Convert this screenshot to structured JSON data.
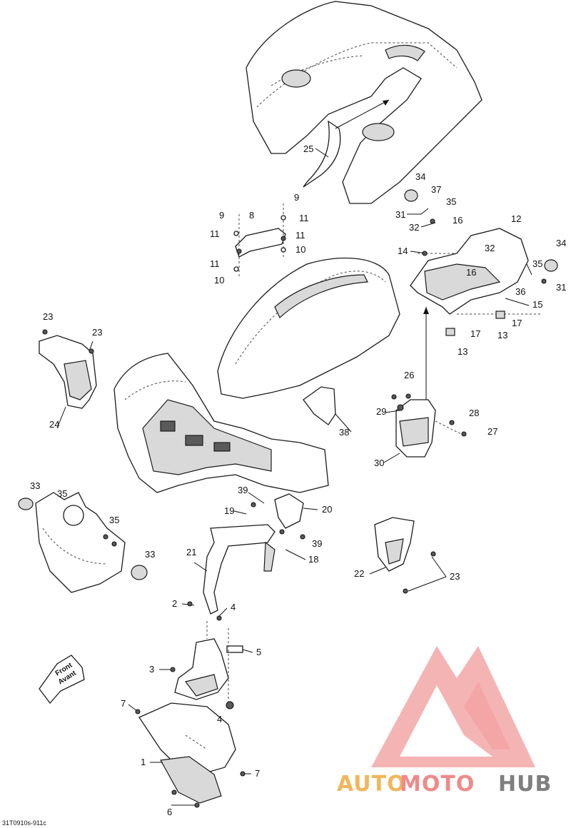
{
  "diagram": {
    "reference_code": "31T0910s-911c",
    "front_label": "Front",
    "front_label_fr": "Avant"
  },
  "callouts": [
    {
      "id": "c25",
      "text": "25"
    },
    {
      "id": "c34a",
      "text": "34"
    },
    {
      "id": "c37",
      "text": "37"
    },
    {
      "id": "c35a",
      "text": "35"
    },
    {
      "id": "c31a",
      "text": "31"
    },
    {
      "id": "c32a",
      "text": "32"
    },
    {
      "id": "c16a",
      "text": "16"
    },
    {
      "id": "c12",
      "text": "12"
    },
    {
      "id": "c14",
      "text": "14"
    },
    {
      "id": "c32b",
      "text": "32"
    },
    {
      "id": "c35b",
      "text": "35"
    },
    {
      "id": "c34b",
      "text": "34"
    },
    {
      "id": "c16b",
      "text": "16"
    },
    {
      "id": "c36",
      "text": "36"
    },
    {
      "id": "c31b",
      "text": "31"
    },
    {
      "id": "c15",
      "text": "15"
    },
    {
      "id": "c17a",
      "text": "17"
    },
    {
      "id": "c17b",
      "text": "17"
    },
    {
      "id": "c13a",
      "text": "13"
    },
    {
      "id": "c13b",
      "text": "13"
    },
    {
      "id": "c9a",
      "text": "9"
    },
    {
      "id": "c9b",
      "text": "9"
    },
    {
      "id": "c8",
      "text": "8"
    },
    {
      "id": "c11a",
      "text": "11"
    },
    {
      "id": "c11b",
      "text": "11"
    },
    {
      "id": "c11c",
      "text": "11"
    },
    {
      "id": "c11d",
      "text": "11"
    },
    {
      "id": "c10a",
      "text": "10"
    },
    {
      "id": "c10b",
      "text": "10"
    },
    {
      "id": "c23a",
      "text": "23"
    },
    {
      "id": "c23b",
      "text": "23"
    },
    {
      "id": "c24",
      "text": "24"
    },
    {
      "id": "c26",
      "text": "26"
    },
    {
      "id": "c29",
      "text": "29"
    },
    {
      "id": "c28",
      "text": "28"
    },
    {
      "id": "c27",
      "text": "27"
    },
    {
      "id": "c30",
      "text": "30"
    },
    {
      "id": "c38",
      "text": "38"
    },
    {
      "id": "c33a",
      "text": "33"
    },
    {
      "id": "c35c",
      "text": "35"
    },
    {
      "id": "c35d",
      "text": "35"
    },
    {
      "id": "c33b",
      "text": "33"
    },
    {
      "id": "c39a",
      "text": "39"
    },
    {
      "id": "c20",
      "text": "20"
    },
    {
      "id": "c19",
      "text": "19"
    },
    {
      "id": "c39b",
      "text": "39"
    },
    {
      "id": "c21",
      "text": "21"
    },
    {
      "id": "c18",
      "text": "18"
    },
    {
      "id": "c22",
      "text": "22"
    },
    {
      "id": "c23c",
      "text": "23"
    },
    {
      "id": "c2",
      "text": "2"
    },
    {
      "id": "c4a",
      "text": "4"
    },
    {
      "id": "c5",
      "text": "5"
    },
    {
      "id": "c3",
      "text": "3"
    },
    {
      "id": "c4b",
      "text": "4"
    },
    {
      "id": "c7a",
      "text": "7"
    },
    {
      "id": "c1",
      "text": "1"
    },
    {
      "id": "c7b",
      "text": "7"
    },
    {
      "id": "c6",
      "text": "6"
    }
  ],
  "watermark": {
    "word_part1": "AUTO",
    "word_part2": "MOTO",
    "word_part3": "HUB",
    "color_primary": "#f08a8a",
    "color_gold": "#f2b75a",
    "color_gray": "#7f7f7f"
  }
}
